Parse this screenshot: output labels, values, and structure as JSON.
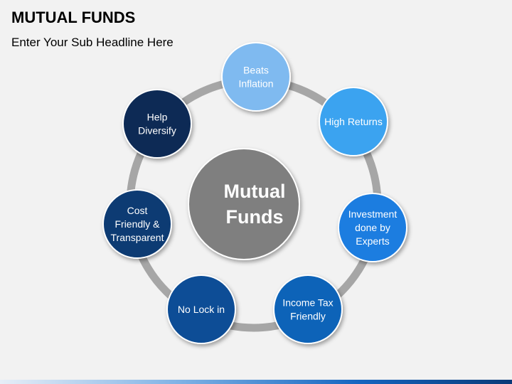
{
  "header": {
    "title": "MUTUAL FUNDS",
    "subtitle": "Enter Your Sub Headline Here"
  },
  "center": {
    "lines": [
      "Mutual",
      "Funds"
    ],
    "color": "#7f7f7f"
  },
  "ring_color": "#a6a6a6",
  "nodes": [
    {
      "lines": [
        "Beats",
        "Inflation"
      ],
      "color": "#7fbaf0"
    },
    {
      "lines": [
        "High Returns"
      ],
      "color": "#3ba3f0"
    },
    {
      "lines": [
        "Investment",
        "done by",
        "Experts"
      ],
      "color": "#1f7de0"
    },
    {
      "lines": [
        "Income Tax",
        "Friendly"
      ],
      "color": "#0f64b8"
    },
    {
      "lines": [
        "No Lock in"
      ],
      "color": "#0d4d96"
    },
    {
      "lines": [
        "Cost",
        "Friendly &",
        "Transparent"
      ],
      "color": "#0b3a73"
    },
    {
      "lines": [
        "Help",
        "Diversify"
      ],
      "color": "#0a2a55"
    }
  ]
}
